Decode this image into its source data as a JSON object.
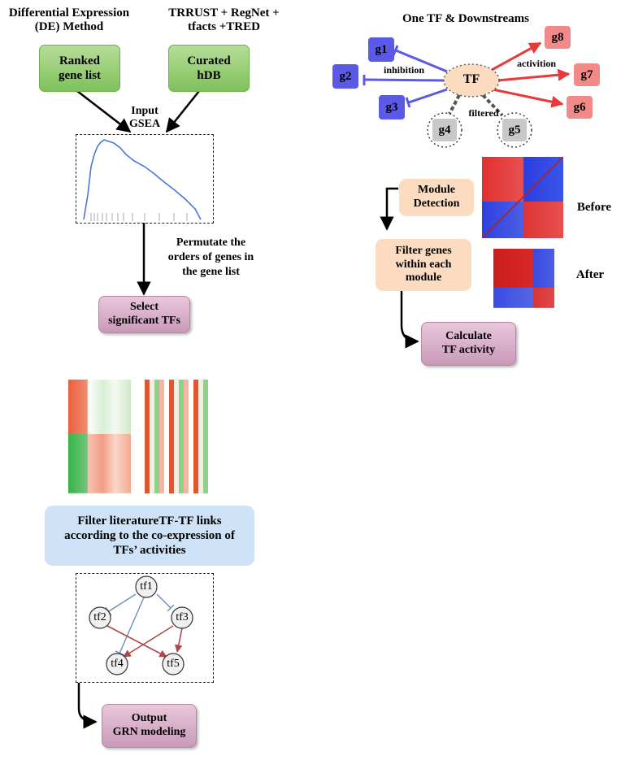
{
  "left_top": {
    "de_method": [
      "Differential Expression",
      "(DE) Method"
    ],
    "db_sources": [
      "TRRUST + RegNet +",
      "tfacts +TRED"
    ],
    "ranked_gene_list": [
      "Ranked",
      "gene list"
    ],
    "curated_hdb": [
      "Curated",
      "hDB"
    ],
    "input_gsea": [
      "Input",
      "GSEA"
    ],
    "permutate": [
      "Permutate the",
      "orders of genes in",
      "the gene list"
    ],
    "select_tfs": [
      "Select",
      "significant  TFs"
    ]
  },
  "right_top": {
    "title": "One TF & Downstreams",
    "tf": "TF",
    "inhibited_genes": [
      "g1",
      "g2",
      "g3"
    ],
    "activated_genes": [
      "g8",
      "g7",
      "g6"
    ],
    "filtered_genes": [
      "g4",
      "g5"
    ],
    "inhibition_label": "inhibition",
    "activition_label": "activition",
    "filtered_label": "filtered",
    "module_detection": [
      "Module",
      "Detection"
    ],
    "filter_genes": [
      "Filter genes",
      "within each",
      "module"
    ],
    "before": "Before",
    "after": "After",
    "calculate": [
      "Calculate",
      "TF activity"
    ]
  },
  "left_bottom": {
    "filter_links": [
      "Filter literatureTF-TF links",
      "according to the co-expression of",
      "TFs’ activities"
    ],
    "tf_nodes": [
      "tf1",
      "tf2",
      "tf3",
      "tf4",
      "tf5"
    ],
    "output": [
      "Output",
      "GRN  modeling"
    ]
  },
  "colors": {
    "green_box": "#8cc96a",
    "purple_box": "#d8b0ca",
    "peach_box": "#fbdcc0",
    "blue_box": "#cfe3f8",
    "inhibition_blue": "#5a5ae6",
    "activation_red": "#e83a3a",
    "filtered_gray": "#c8c8c8"
  }
}
